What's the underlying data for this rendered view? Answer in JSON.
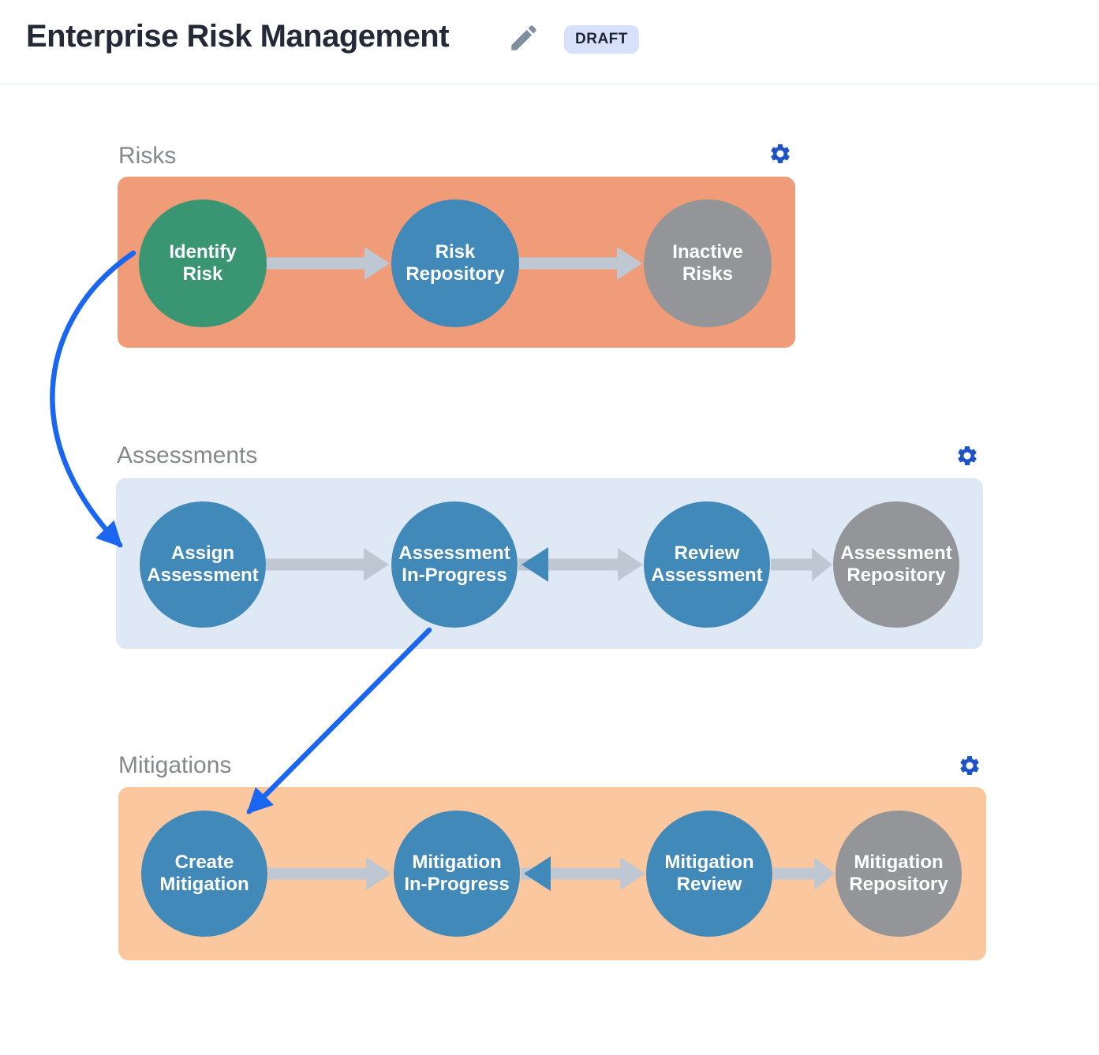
{
  "header": {
    "title": "Enterprise Risk Management",
    "edit_icon": "pencil-icon",
    "status_badge": "DRAFT"
  },
  "colors": {
    "panel_risks": "#F09C79",
    "panel_assessments": "#DEE9F5",
    "panel_mitigations": "#FBC79E",
    "node_green": "#3A9573",
    "node_blue": "#4189B9",
    "node_gray": "#939598",
    "arrow_gray": "#BFC7D3",
    "connector_blue": "#1A66F0",
    "gear_blue": "#1D53C6",
    "badge_bg": "#D8E1FB"
  },
  "sections": [
    {
      "label": "Risks",
      "settings_icon": "gear-icon",
      "nodes": [
        {
          "label": "Identify\nRisk",
          "color": "green"
        },
        {
          "label": "Risk\nRepository",
          "color": "blue"
        },
        {
          "label": "Inactive\nRisks",
          "color": "gray"
        }
      ]
    },
    {
      "label": "Assessments",
      "settings_icon": "gear-icon",
      "nodes": [
        {
          "label": "Assign\nAssessment",
          "color": "blue"
        },
        {
          "label": "Assessment\nIn-Progress",
          "color": "blue"
        },
        {
          "label": "Review\nAssessment",
          "color": "blue"
        },
        {
          "label": "Assessment\nRepository",
          "color": "gray"
        }
      ]
    },
    {
      "label": "Mitigations",
      "settings_icon": "gear-icon",
      "nodes": [
        {
          "label": "Create\nMitigation",
          "color": "blue"
        },
        {
          "label": "Mitigation\nIn-Progress",
          "color": "blue"
        },
        {
          "label": "Mitigation\nReview",
          "color": "blue"
        },
        {
          "label": "Mitigation\nRepository",
          "color": "gray"
        }
      ]
    }
  ],
  "connectors": [
    {
      "from": "Identify Risk",
      "to": "Assign Assessment",
      "style": "curved"
    },
    {
      "from": "Assessment In-Progress",
      "to": "Create Mitigation",
      "style": "straight"
    }
  ]
}
